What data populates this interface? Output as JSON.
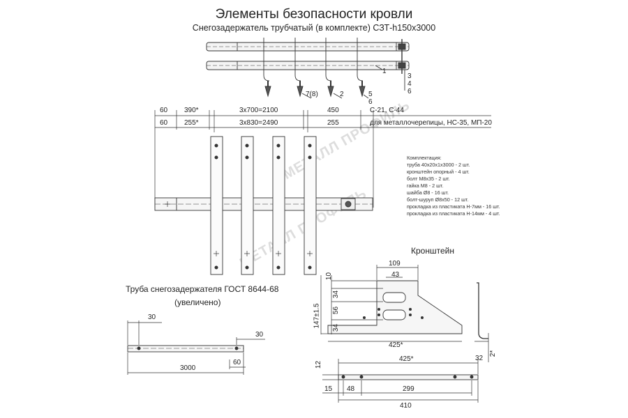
{
  "header": {
    "title": "Элементы безопасности кровли",
    "subtitle": "Снегозадержатель трубчатый (в комплекте) СЗТ-h150x3000"
  },
  "callouts": [
    "1",
    "2",
    "3",
    "4",
    "5",
    "6",
    "7(8)"
  ],
  "watermark": "МЕТАЛЛ ПРОФИЛЬ",
  "dimensions_top": {
    "row1": [
      "60",
      "390*",
      "3х700=2100",
      "450"
    ],
    "row2": [
      "60",
      "255*",
      "3х830=2490",
      "255"
    ],
    "row1_note": "С-21, С-44",
    "row2_note": "для металлочерепицы, НС-35, МП-20"
  },
  "kit": {
    "title": "Комплектация:",
    "items": [
      "труба 40х20х1х3000 - 2 шт.",
      "кронштейн опорный - 4 шт.",
      "болт М8х35 - 2 шт.",
      "гайка М8 - 2 шт.",
      "шайба Ø8 - 16 шт.",
      "болт-шуруп Ø8х50 - 12 шт.",
      "прокладка из пластиката Н-7мм - 16 шт.",
      "прокладка из пластиката Н-14мм - 4 шт."
    ]
  },
  "pipe_detail": {
    "title": "Труба снегозадержателя ГОСТ 8644-68",
    "subtitle": "(увеличено)",
    "dims": [
      "30",
      "30",
      "3000",
      "60"
    ]
  },
  "bracket_detail": {
    "title": "Кронштейн",
    "dims": {
      "top_109": "109",
      "top_43": "43",
      "v_10": "10",
      "v_34a": "34",
      "v_56": "56",
      "v_34b": "34",
      "v_147": "147±1.5",
      "bottom_425": "425*",
      "side_32": "32",
      "side_2": "2*",
      "plan_12": "12",
      "plan_425": "425*",
      "plan_15": "15",
      "plan_48": "48",
      "plan_299": "299",
      "plan_410": "410"
    }
  }
}
